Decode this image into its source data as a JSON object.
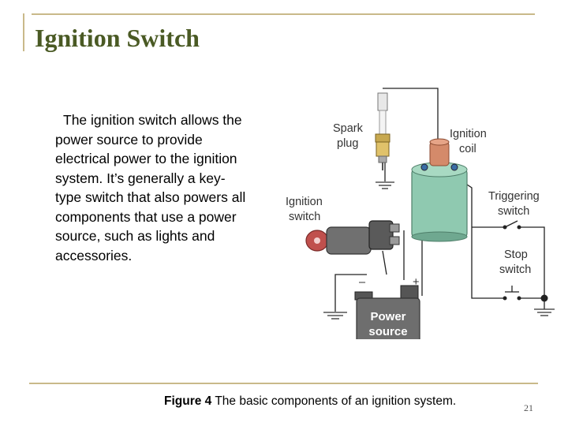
{
  "slide": {
    "title": "Ignition Switch",
    "body": "The ignition switch allows the power source to provide electrical power to the ignition system. It’s generally a key-type switch that also powers all components that use a power source, such as lights and accessories.",
    "page_number": "21"
  },
  "figure": {
    "caption_prefix": "Figure 4",
    "caption_text": "The basic components of an ignition system.",
    "labels": {
      "spark_plug_1": "Spark",
      "spark_plug_2": "plug",
      "ignition_coil_1": "Ignition",
      "ignition_coil_2": "coil",
      "ignition_switch_1": "Ignition",
      "ignition_switch_2": "switch",
      "triggering_switch_1": "Triggering",
      "triggering_switch_2": "switch",
      "stop_switch_1": "Stop",
      "stop_switch_2": "switch",
      "power_source_1": "Power",
      "power_source_2": "source",
      "minus": "–",
      "plus": "+"
    }
  },
  "colors": {
    "title": "#4a5a24",
    "rules": "#c9b98a",
    "coil_body": "#8fc9b0",
    "coil_cap": "#d48a6a",
    "battery": "#6e6e6e",
    "switch_red": "#c0504d"
  }
}
